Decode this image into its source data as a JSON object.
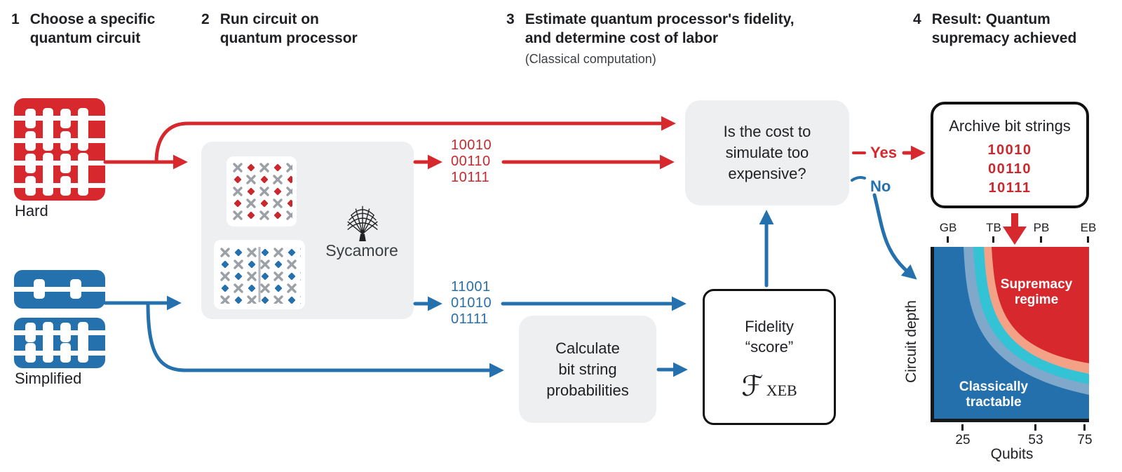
{
  "colors": {
    "red": "#d7282e",
    "blue": "#2471ae",
    "red-text": "#c9292e",
    "blue-text": "#2a6fa8",
    "band-steel": "#7fa8cb",
    "band-cyan": "#33c3d5",
    "band-salmon": "#f4a287",
    "chart-blue": "#2470ad",
    "chart-red": "#d7282e",
    "box-gray": "#edeff0",
    "ink": "#1f2023",
    "gray-x": "#9aa0a6"
  },
  "steps": [
    {
      "num": "1",
      "title": "Choose a specific\nquantum circuit"
    },
    {
      "num": "2",
      "title": "Run circuit on\nquantum processor"
    },
    {
      "num": "3",
      "title": "Estimate quantum processor's fidelity,\nand determine cost of labor",
      "subtitle": "(Classical computation)"
    },
    {
      "num": "4",
      "title": "Result: Quantum\nsupremacy achieved"
    }
  ],
  "circuit_labels": {
    "hard": "Hard",
    "simplified": "Simplified"
  },
  "processor": {
    "name": "Sycamore"
  },
  "bitstrings": {
    "hard": [
      "10010",
      "00110",
      "10111"
    ],
    "simplified": [
      "11001",
      "01010",
      "01111"
    ]
  },
  "decision": {
    "question": "Is the cost to\nsimulate too\nexpensive?",
    "yes": "Yes",
    "no": "No"
  },
  "calculate": {
    "label": "Calculate\nbit string\nprobabilities"
  },
  "fidelity": {
    "title": "Fidelity\n“score”",
    "formula": "ℱ",
    "formula_sub": "XEB"
  },
  "archive": {
    "title": "Archive bit strings",
    "bitstrings": [
      "10010",
      "00110",
      "10111"
    ]
  },
  "chart_data": {
    "type": "area",
    "title": "",
    "xlabel": "Qubits",
    "ylabel": "Circuit depth",
    "x_ticks_bottom": [
      "25",
      "53",
      "75"
    ],
    "x_ticks_top": [
      "GB",
      "TB",
      "PB",
      "EB"
    ],
    "regions": [
      {
        "name": "Classically\ntractable",
        "color": "#2470ad"
      },
      {
        "name": "Supremacy\nregime",
        "color": "#d7282e"
      }
    ],
    "boundary_bands": [
      "#7fa8cb",
      "#33c3d5",
      "#f4a287"
    ],
    "legend_position": "none",
    "grid": false
  }
}
